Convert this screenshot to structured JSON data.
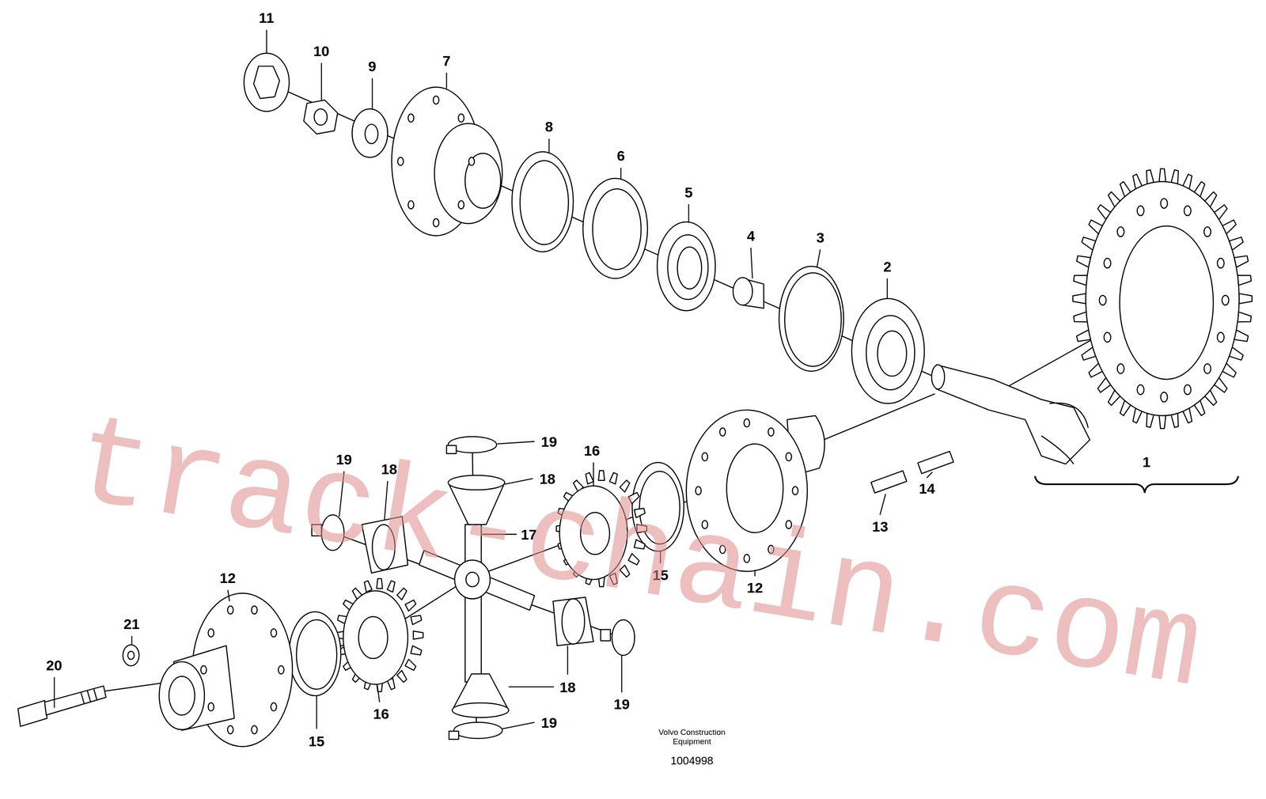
{
  "diagram": {
    "labels": [
      "11",
      "10",
      "9",
      "7",
      "8",
      "6",
      "5",
      "4",
      "3",
      "2",
      "1",
      "19",
      "19",
      "18",
      "18",
      "16",
      "17",
      "15",
      "12",
      "13",
      "14",
      "12",
      "21",
      "20",
      "16",
      "15",
      "18",
      "19",
      "19",
      "Volvo Construction Equipment",
      "1004998",
      "track-chain.com"
    ]
  }
}
